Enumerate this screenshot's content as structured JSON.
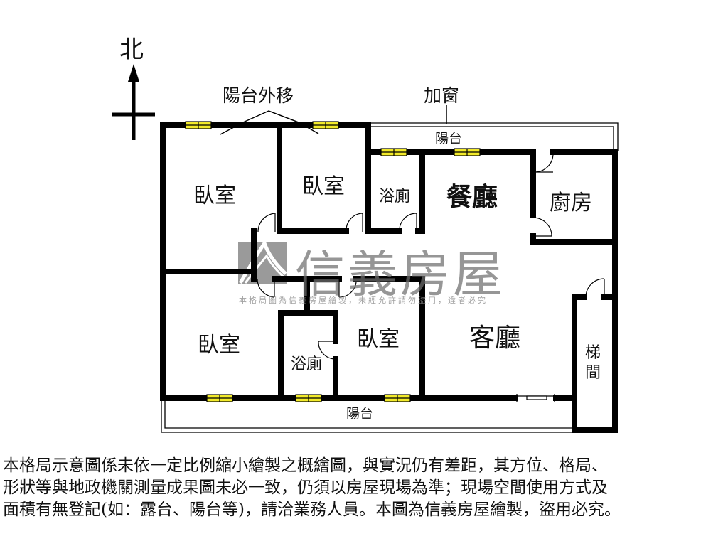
{
  "compass": {
    "label": "北",
    "icon": "north-arrow-icon"
  },
  "annotations": {
    "balcony_moved_out": "陽台外移",
    "window_added": "加窗"
  },
  "rooms": {
    "bedroom_nw": "臥室",
    "bedroom_n": "臥室",
    "bathroom_n": "浴廁",
    "dining_room": "餐廳",
    "kitchen": "廚房",
    "bedroom_sw": "臥室",
    "bathroom_s": "浴廁",
    "bedroom_s": "臥室",
    "living_room": "客廳",
    "stairwell_1": "梯",
    "stairwell_2": "間",
    "balcony_north": "陽台",
    "balcony_south": "陽台"
  },
  "watermark": {
    "brand": "信義房屋",
    "notice": "本格局圖為信義房屋繪製，未經允許請勿盜用，違者必究"
  },
  "disclaimer": {
    "line1": "本格局示意圖係未依一定比例縮小繪製之概繪圖，與實況仍有差距，其方位、格局、",
    "line2": "形狀等與地政機關測量成果圖未必一致，仍須以房屋現場為準；現場空間使用方式及",
    "line3": "面積有無登記(如：露台、陽台等)，請洽業務人員。本圖為信義房屋繪製，盜用必究。"
  },
  "colors": {
    "wall": "#000000",
    "window_fill": "#f2ea2a",
    "watermark": "#8a8a8a"
  }
}
